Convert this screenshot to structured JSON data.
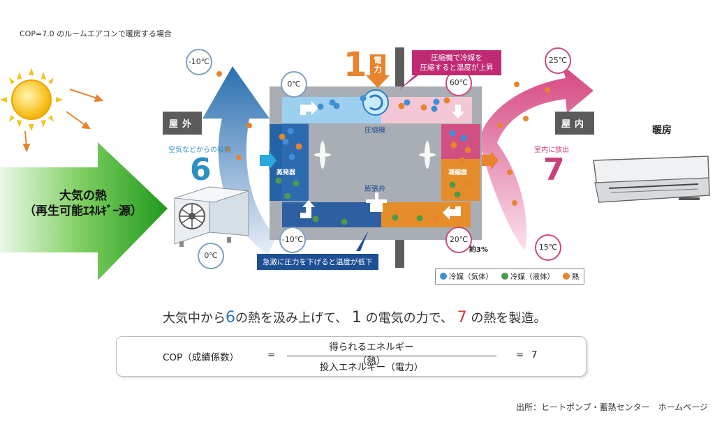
{
  "title": "COP=7.0 のルームエアコンで暖房する場合",
  "big_arrow": {
    "line1": "大気の熱",
    "line2": "（再生可能ｴﾈﾙｷﾞｰ源）"
  },
  "outdoor": {
    "tag": "屋外",
    "caption": "空気などからの吸熱",
    "number": "6",
    "temp_top": "-10℃",
    "temp_bottom": "0℃"
  },
  "indoor": {
    "tag": "屋内",
    "caption": "室内に放出",
    "number": "7",
    "temp_top": "25℃",
    "temp_bottom": "15℃"
  },
  "heating_label": "暖房",
  "power": {
    "number": "1",
    "label": "電力"
  },
  "unit": {
    "compressor": "圧縮機",
    "evaporator": "蒸発器",
    "condenser": "凝縮器",
    "expansion_valve": "膨張弁",
    "temp_tl": "0℃",
    "temp_tr": "60℃",
    "temp_bl": "-10℃",
    "temp_br": "20℃",
    "approx": "約3%"
  },
  "callouts": {
    "compress": [
      "圧縮機で冷媒を",
      "圧縮すると温度が上昇"
    ],
    "expand": "急激に圧力を下げると温度が低下"
  },
  "legend": [
    {
      "label": "冷媒（気体）",
      "color": "#3f8fd8"
    },
    {
      "label": "冷媒（液体）",
      "color": "#4f9a4a"
    },
    {
      "label": "熱",
      "color": "#e8832e"
    }
  ],
  "summary": {
    "p1": "大気中から",
    "n1": "6",
    "p2": "の熱を汲み上げて、",
    "n2": "1",
    "p3": "の電気の力で、",
    "n3": "7",
    "p4": "の熱を製造。"
  },
  "formula": {
    "lhs": "COP（成績係数）",
    "eq1": "=",
    "numerator": "得られるエネルギー（熱）",
    "denominator": "投入エネルギー（電力）",
    "eq2": "=",
    "result": "7"
  },
  "source": "出所：ヒートポンプ・蓄熱センター　ホームページ",
  "colors": {
    "blue": "#2a77b8",
    "pink": "#d04a86",
    "orange": "#e8832e",
    "green": "#3a9a2a"
  }
}
